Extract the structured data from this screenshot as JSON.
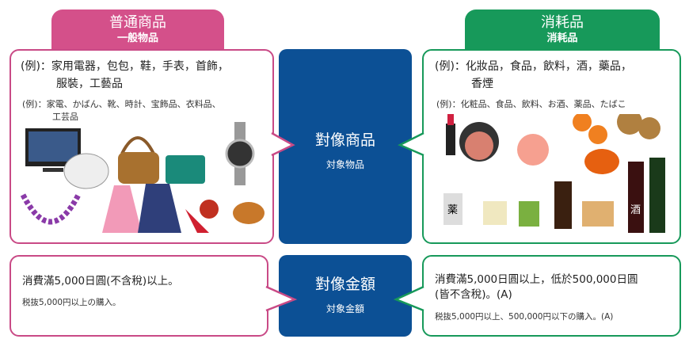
{
  "general": {
    "title": "普通商品",
    "subtitle": "一般物品",
    "examples_zh": "(例)：家用電器，包包，鞋，手表，首飾，",
    "examples_zh_2": "服裝，工藝品",
    "examples_ja": "(例)：家電、かばん、靴、時計、宝飾品、衣料品、",
    "examples_ja_2": "工芸品",
    "amount_zh": "消費滿5,000日圓(不含稅)以上。",
    "amount_ja": "税抜5,000円以上の購入。"
  },
  "consumable": {
    "title": "消耗品",
    "subtitle": "消耗品",
    "examples_zh": "(例)：化妝品，食品，飲料，酒，藥品，",
    "examples_zh_2": "香煙",
    "examples_ja": "(例)：化粧品、食品、飲料、お酒、薬品、たばこ",
    "amount_zh": "消費滿5,000日圓以上，低於500,000日圓",
    "amount_zh_2": "(皆不含稅)。(A)",
    "amount_ja": "税抜5,000円以上、500,000円以下の購入。(A)",
    "label_medicine": "薬",
    "label_sake": "酒"
  },
  "center": {
    "goods_zh": "對像商品",
    "goods_ja": "対象物品",
    "amount_zh": "對像金額",
    "amount_ja": "対象金額"
  },
  "colors": {
    "pink": "#d4508a",
    "green": "#17995a",
    "blue": "#0c5095"
  }
}
